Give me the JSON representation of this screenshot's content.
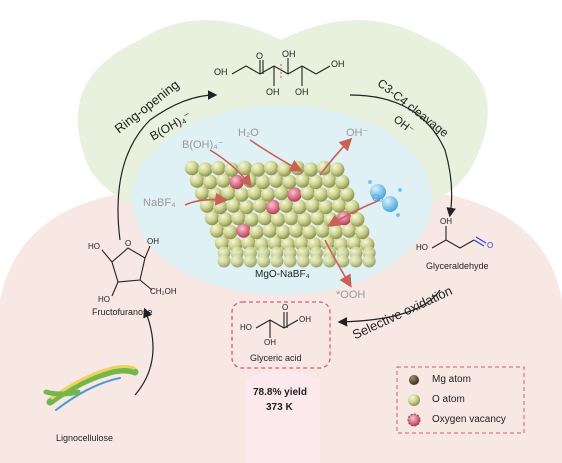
{
  "molecule_top": {
    "oh1": "OH",
    "oh2": "OH",
    "o": "O",
    "oh3": "OH",
    "oh4": "OH",
    "oh5": "OH"
  },
  "arrows": {
    "ring_opening": "Ring-opening",
    "boh_left": "B(OH)₄⁻",
    "c3c4": "C3-C4 cleavage",
    "oh_right": "OH⁻",
    "selective_oxidation": "Selective oxidation"
  },
  "catalyst": {
    "label": "MgO-NaBF₄",
    "boh_in": "B(OH)₄⁻",
    "h2o": "H₂O",
    "oh_out": "OH⁻",
    "nabf4": "NaBF₄",
    "o2": "O₂",
    "ooh": "*OOH"
  },
  "fructofuranose": {
    "name": "Fructofuranose",
    "ho1": "HO",
    "oh1": "OH",
    "o": "O",
    "ho2": "HO",
    "ch2oh": "CH₂OH"
  },
  "glyceraldehyde": {
    "name": "Glyceraldehyde",
    "oh1": "OH",
    "ho": "HO",
    "o": "O"
  },
  "glyceric_acid": {
    "name": "Glyceric acid",
    "ho": "HO",
    "o": "O",
    "oh1": "OH",
    "oh2": "OH"
  },
  "lignocellulose": {
    "name": "Lignocellulose"
  },
  "result": {
    "yield": "78.8% yield",
    "temperature": "373 K"
  },
  "legend": {
    "mg": "Mg atom",
    "o": "O atom",
    "vacancy": "Oxygen vacancy"
  },
  "colors": {
    "green_bg": "#e7f1dc",
    "pink_bg": "#f7e6e2",
    "blue_bg": "#dcf0f6",
    "red_arrow": "#c9605a",
    "dashed_pink": "#d9587a",
    "aldehyde_blue": "#2a3fd6"
  }
}
